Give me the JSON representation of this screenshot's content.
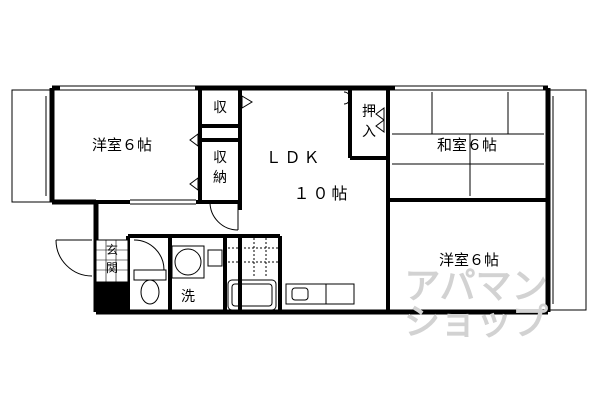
{
  "rooms": {
    "western_room_left": "洋室６帖",
    "closet_small": "収",
    "closet_storage": "収納",
    "ldk_label": "ＬＤＫ",
    "ldk_size": "１０帖",
    "oshiire": "押入",
    "japanese_room": "和室６帖",
    "western_room_right": "洋室６帖",
    "entrance": "玄関",
    "washroom": "洗"
  },
  "watermark": {
    "line1": "アパマン",
    "line2": "ショップ"
  }
}
